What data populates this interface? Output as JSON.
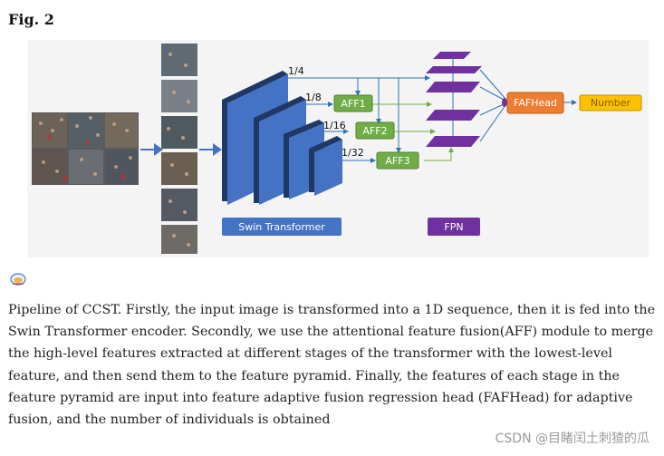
{
  "figure": {
    "title": "Fig. 2",
    "scales": [
      "1/4",
      "1/8",
      "1/16",
      "1/32"
    ],
    "aff_blocks": [
      "AFF1",
      "AFF2",
      "AFF3"
    ],
    "head_label": "FAFHead",
    "output_label": "Number",
    "encoder_label": "Swin Transformer",
    "fpn_label": "FPN",
    "colors": {
      "encoder_block": "#4472c4",
      "encoder_dark": "#1f3864",
      "aff": "#70ad47",
      "fpn": "#7030a0",
      "head": "#ed7d31",
      "output": "#ffc000",
      "arrow": "#2e75b6"
    }
  },
  "caption": "Pipeline of CCST. Firstly, the input image is transformed into a 1D sequence, then it is fed into the Swin Transformer encoder. Secondly, we use the attentional feature fusion(AFF) module to merge the high-level features extracted at different stages of the transformer with the lowest-level feature, and then send them to the feature pyramid. Finally, the features of each stage in the feature pyramid are input into feature adaptive fusion regression head (FAFHead) for adaptive fusion, and the number of individuals is obtained",
  "watermark": "CSDN @目睹闰土刺猹的瓜"
}
